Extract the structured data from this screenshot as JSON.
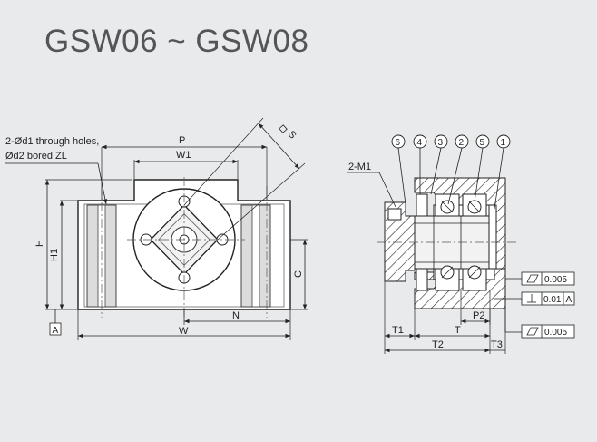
{
  "title": "GSW06 ~ GSW08",
  "left_view": {
    "hole_note_line1": "2-Ød1 through holes,",
    "hole_note_line2": "Ød2 bored ZL",
    "dims": {
      "P": "P",
      "W1": "W1",
      "S": "S",
      "H": "H",
      "H1": "H1",
      "C": "C",
      "N": "N",
      "W": "W"
    },
    "datum": "A"
  },
  "right_view": {
    "thread_label": "2-M1",
    "balloons": [
      "6",
      "4",
      "3",
      "2",
      "5",
      "1"
    ],
    "dims": {
      "P2": "P2",
      "T": "T",
      "T1": "T1",
      "T2": "T2",
      "T3": "T3"
    },
    "tolerances": [
      {
        "value": "0.005",
        "datum": ""
      },
      {
        "value": "0.01",
        "datum": "A"
      },
      {
        "value": "0.005",
        "datum": ""
      }
    ]
  }
}
